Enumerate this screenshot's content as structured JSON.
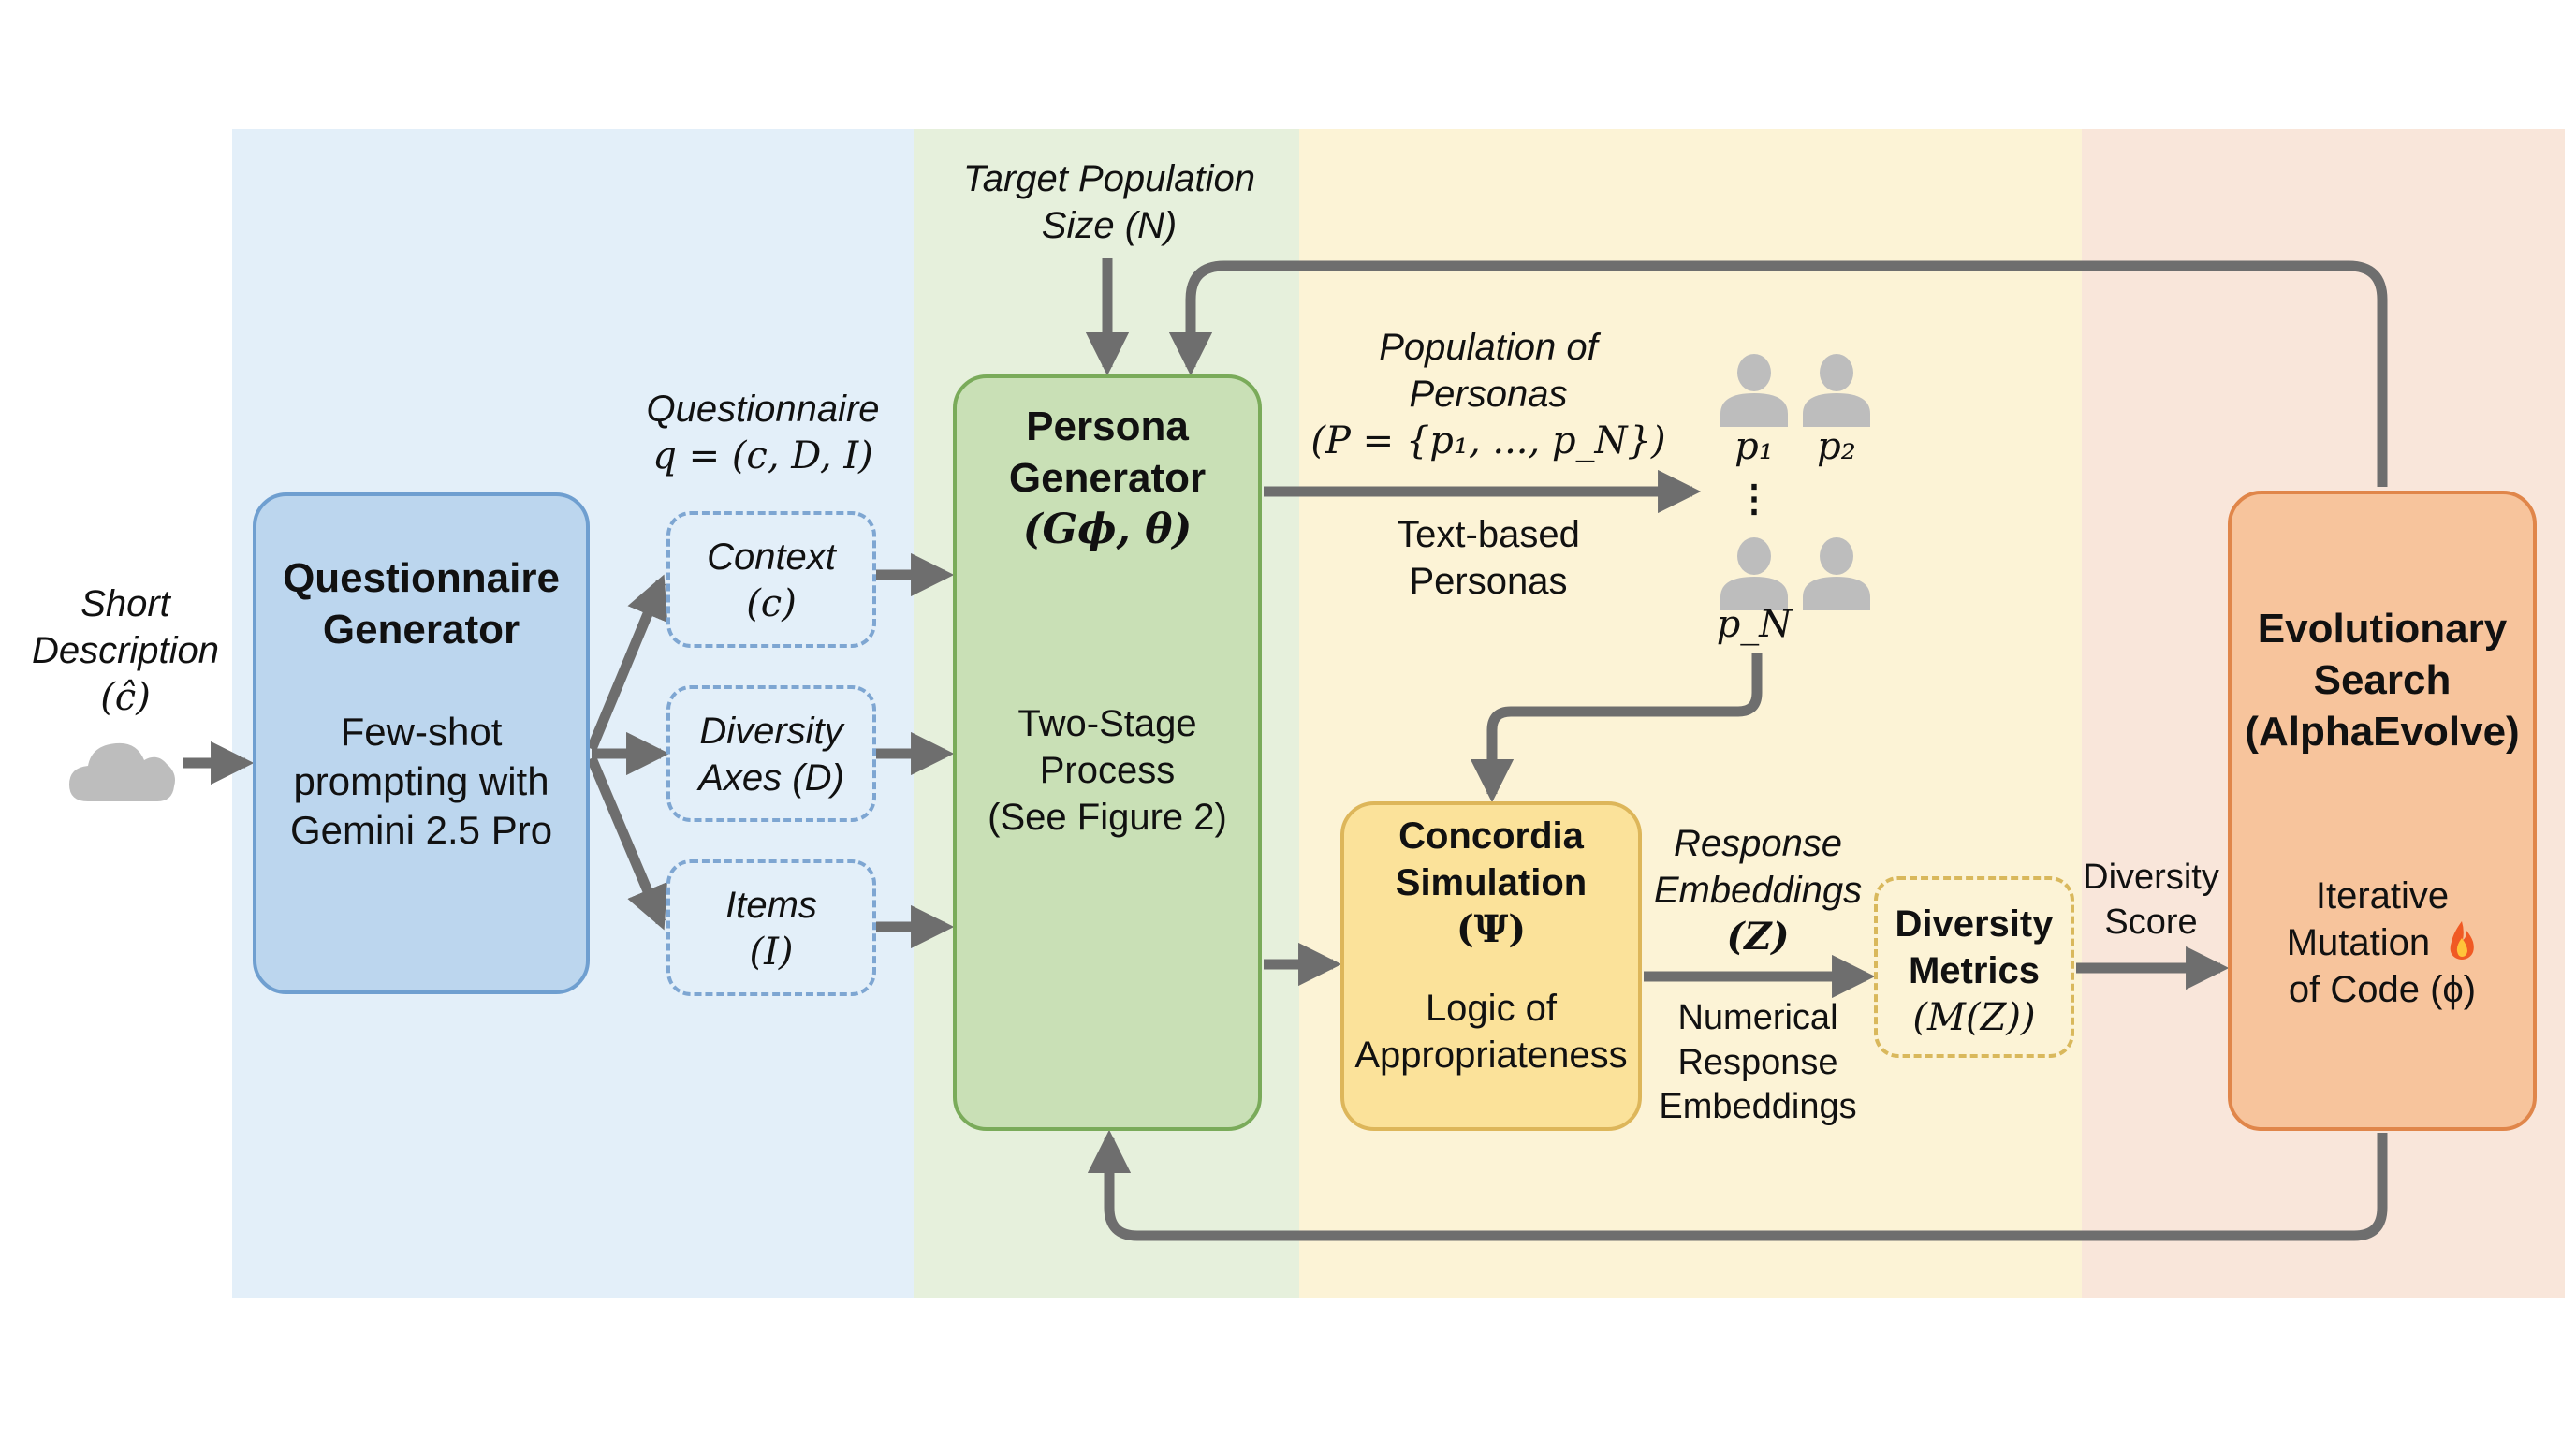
{
  "input": {
    "label_line1": "Short",
    "label_line2": "Description",
    "label_math": "(ĉ)",
    "icon": "cloud-icon"
  },
  "questionnaire_generator": {
    "title_line1": "Questionnaire",
    "title_line2": "Generator",
    "desc_line1": "Few-shot",
    "desc_line2": "prompting with",
    "desc_line3": "Gemini 2.5 Pro"
  },
  "questionnaire": {
    "label": "Questionnaire",
    "formula": "q = (c, D, I)",
    "components": [
      {
        "line1": "Context",
        "line2": "(c)"
      },
      {
        "line1": "Diversity",
        "line2": "Axes (D)"
      },
      {
        "line1": "Items",
        "line2": "(I)"
      }
    ]
  },
  "target_population": {
    "line1": "Target Population",
    "line2": "Size (N)"
  },
  "persona_generator": {
    "title_line1": "Persona",
    "title_line2": "Generator",
    "title_math": "(Gϕ, θ)",
    "desc_line1": "Two-Stage",
    "desc_line2": "Process",
    "desc_line3": "(See Figure 2)"
  },
  "population": {
    "label_line1": "Population of",
    "label_line2": "Personas",
    "label_math": "(P = {p₁, ..., p_N})",
    "sub_line1": "Text-based",
    "sub_line2": "Personas",
    "persona_labels": [
      "p₁",
      "p₂",
      "p_N"
    ],
    "ellipsis": "⋮"
  },
  "concordia": {
    "title_line1": "Concordia",
    "title_line2": "Simulation",
    "title_math": "(Ψ)",
    "desc_line1": "Logic of",
    "desc_line2": "Appropriateness"
  },
  "embeddings": {
    "label_line1": "Response",
    "label_line2": "Embeddings",
    "label_math": "(Z)",
    "sub_line1": "Numerical",
    "sub_line2": "Response",
    "sub_line3": "Embeddings"
  },
  "diversity_metrics": {
    "title_line1": "Diversity",
    "title_line2": "Metrics",
    "title_math": "(M(Z))"
  },
  "diversity_score": {
    "line1": "Diversity",
    "line2": "Score"
  },
  "evolutionary_search": {
    "title_line1": "Evolutionary",
    "title_line2": "Search",
    "title_line3": "(AlphaEvolve)",
    "desc_line1": "Iterative",
    "desc_line2": "Mutation",
    "desc_line3": "of Code (ϕ)",
    "icon": "flame-icon"
  },
  "colors": {
    "blue_band": "#e3eff9",
    "green_band": "#e6f0dc",
    "yellow_band": "#fcf3d6",
    "orange_band": "#f9e6da",
    "arrow": "#6e6e6e"
  }
}
